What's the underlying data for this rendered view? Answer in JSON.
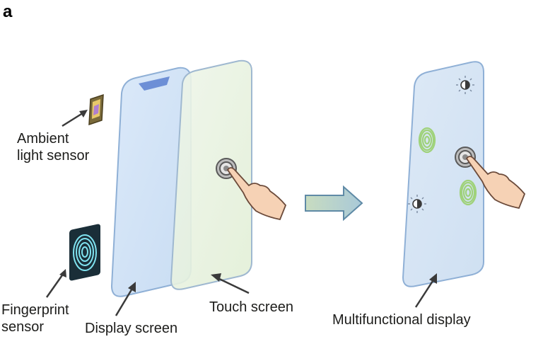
{
  "panel_letter": "a",
  "labels": {
    "ambient_line1": "Ambient",
    "ambient_line2": "light sensor",
    "fingerprint_line1": "Fingerprint",
    "fingerprint_line2": "sensor",
    "display_screen": "Display screen",
    "touch_screen": "Touch screen",
    "multifunctional_display": "Multifunctional display"
  },
  "icons": {
    "ambient_sensor": "ambient-light-sensor-chip-icon",
    "fingerprint_sensor": "fingerprint-sensor-icon",
    "touch_ring": "touch-ring-icon",
    "finger": "pointing-finger-icon",
    "transform_arrow": "right-arrow-icon",
    "brightness": "brightness-icon",
    "fingerprint": "fingerprint-icon"
  },
  "colors": {
    "display_fill": "#d9e8f8",
    "display_stroke": "#8fb0d6",
    "touch_fill": "#e8f2e0",
    "touch_stroke": "#9fb8d0",
    "notch": "#6d8fd6",
    "fingerprint_sensor_bg": "#1a2e38",
    "fingerprint_sensor_ridges": "#7fe3f0",
    "fingerprint_green": "#9fd27a",
    "arrow_fill": "#b7d3b0",
    "skin": "#f6d2b5",
    "text": "#1d1d1b"
  }
}
